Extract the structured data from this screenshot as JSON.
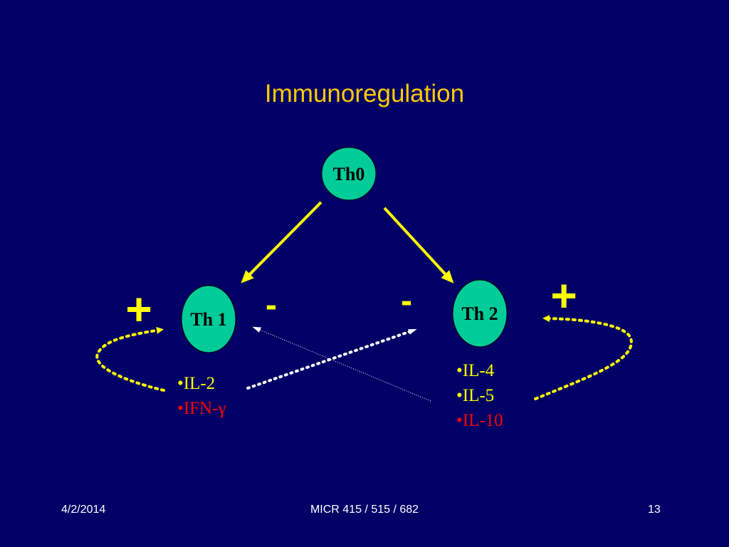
{
  "slide": {
    "title": "Immunoregulation",
    "footer": {
      "date": "4/2/2014",
      "course": "MICR 415 / 515 / 682",
      "page": "13"
    }
  },
  "colors": {
    "background": "#000066",
    "title": "#FFCC00",
    "node_fill": "#00CC99",
    "arrow": "#FFFF00",
    "thin_arrow": "#FFFFFF",
    "text_yellow": "#FFFF00",
    "text_red": "#FF0000"
  },
  "diagram": {
    "nodes": {
      "th0": "Th0",
      "th1": "Th 1",
      "th2": "Th 2"
    },
    "signs": {
      "plus_left": "+",
      "minus_left": "-",
      "minus_right": "-",
      "plus_right": "+"
    },
    "th1_cytokines": [
      {
        "label": "•IL-2",
        "color": "#FFFF00"
      },
      {
        "label": "•IFN-γ",
        "color": "#FF0000"
      }
    ],
    "th2_cytokines": [
      {
        "label": "•IL-4",
        "color": "#FFFF00"
      },
      {
        "label": "•IL-5",
        "color": "#FFFF00"
      },
      {
        "label": "•IL-10",
        "color": "#FF0000"
      }
    ]
  }
}
